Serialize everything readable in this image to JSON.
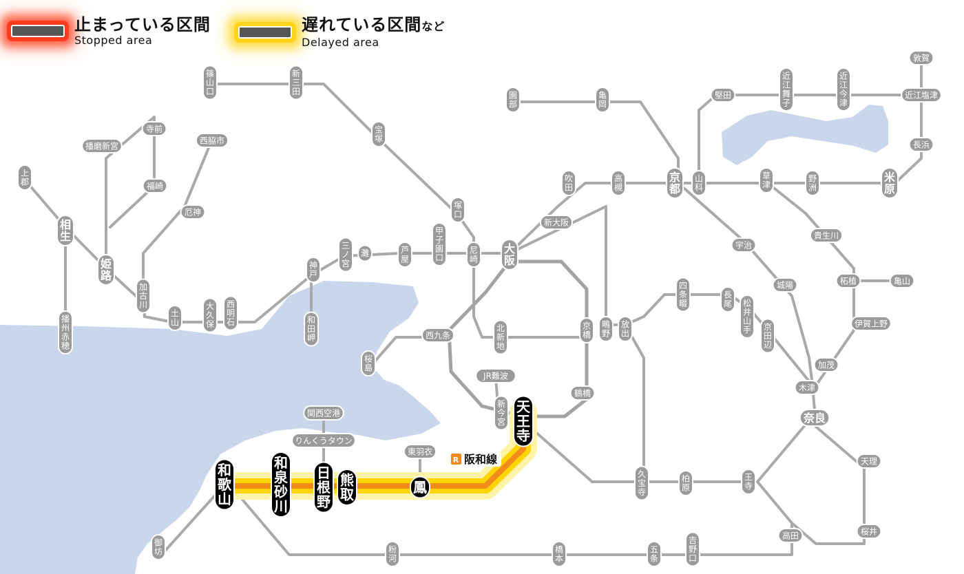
{
  "legend": {
    "stopped": {
      "label": "止まっている区間",
      "label_en": "Stopped area",
      "color": "#ff3b1d"
    },
    "delayed": {
      "label": "遅れている区間",
      "suffix": "など",
      "label_en": "Delayed area",
      "color": "#ffd41a"
    }
  },
  "colors": {
    "sea": "#c9d7ec",
    "line": "#a9a9a9",
    "loop": "#a3a3a3",
    "station_bg": "#9a9a9a",
    "affected_line": "#f28a1c",
    "glow": "#ffd400",
    "major_station_bg": "#000000",
    "line_badge": "#f28a1c"
  },
  "line_label": {
    "badge": "R",
    "name": "阪和線"
  },
  "stations": {
    "sasayamaguchi": "篠山口",
    "shinsanda": "新三田",
    "takarazuka": "宝塚",
    "tsukaguchi": "塚口",
    "amagasaki": "尼崎",
    "osaka": "大阪",
    "shinosaka": "新大阪",
    "suita": "吹田",
    "takatsuki": "高槻",
    "kyoto": "京都",
    "yamashina": "山科",
    "katata": "堅田",
    "omiimazu": "近江今津",
    "omimaiko": "近江舞子",
    "tsuruga": "敦賀",
    "omishiotsu": "近江塩津",
    "nagahama": "長浜",
    "maibara": "米原",
    "kusatsu": "草津",
    "yasu": "野洲",
    "sonobe": "園部",
    "kameoka": "亀岡",
    "uji": "宇治",
    "joyo": "城陽",
    "kizu": "木津",
    "nara": "奈良",
    "tenri": "天理",
    "sakurai": "桜井",
    "takada": "高田",
    "oji": "王寺",
    "kashiwara": "柏原",
    "kyuhoji": "久宝寺",
    "tennoji": "天王寺",
    "tsuruhashi": "鶴橋",
    "kyobashi": "京橋",
    "shijonawate": "四条畷",
    "nagao": "長尾",
    "matsuiyamate": "松井山手",
    "kyotanabe": "京田辺",
    "kamo": "加茂",
    "iga_ueno": "伊賀上野",
    "tsuge": "柘植",
    "kameyama": "亀山",
    "tsuchiyama": "柘植",
    "kusatsu_s": "貴生川",
    "hanaten": "放出",
    "shigino": "鴫野",
    "kitashinchi": "北新地",
    "nishikujo": "西九条",
    "sakurajima": "桜島",
    "jrnamba": "JR難波",
    "shinimamiya": "新今宮",
    "kansaiairport": "関西空港",
    "rinku": "りんくうタウン",
    "higashihagoromo": "東羽衣",
    "otori": "鳳",
    "kumatori": "熊取",
    "hineno": "日根野",
    "izumisunagawa": "和泉砂川",
    "wakayama": "和歌山",
    "gobo": "御坊",
    "kokawa": "粉河",
    "hashimoto": "橋本",
    "gojo": "五条",
    "yoshinoguchi": "吉野口",
    "kobe": "神戸",
    "wadamisaki": "和田岬",
    "sannomiya": "三ノ宮",
    "nada": "灘",
    "ashiya": "芦屋",
    "koshienguchi": "甲子園口",
    "nishiakashi": "西明石",
    "okubo": "大久保",
    "tsuchiyama2": "土山",
    "kakogawa": "加古川",
    "yashiro": "厄神",
    "nishiwakishi": "西脇市",
    "fukusaki": "福崎",
    "teramae": "寺前",
    "harimashingu": "播磨新宮",
    "himeji": "姫路",
    "aioi": "相生",
    "kamigori": "上郡",
    "bantoakaho": "播州赤穂"
  }
}
